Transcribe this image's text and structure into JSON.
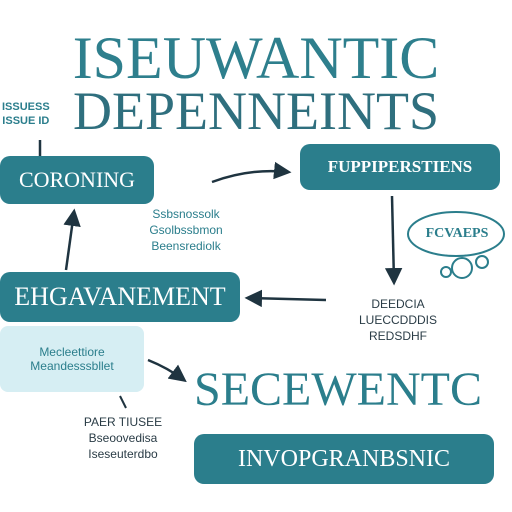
{
  "title": {
    "line1": "ISEUWANTIC",
    "line2": "DEPENNEINTS"
  },
  "top_left_note": [
    "ISSUESS",
    "ISSUE ID"
  ],
  "nodes": {
    "coroning": "CORONING",
    "top_right": "FUPPIPERSTIENS",
    "engagement": "EHGAVANEMENT",
    "inprogranbsnic": "INVOPGRANBSNIC"
  },
  "light_box": [
    "Mecleettiore",
    "Meandesssbllet"
  ],
  "cloud_label": "FCVAEPS",
  "notes": {
    "middle": [
      "Ssbsnossolk",
      "Gsolbssbmon",
      "Beensrediolk"
    ],
    "right": [
      "DEEDCIA",
      "LUECCDDDIS",
      "REDSDHF"
    ],
    "bottom_left": [
      "PAER TIUSEE",
      "Bseoovedisa",
      "Iseseuterdbo"
    ]
  },
  "sequence_title": "SECEWENTC"
}
